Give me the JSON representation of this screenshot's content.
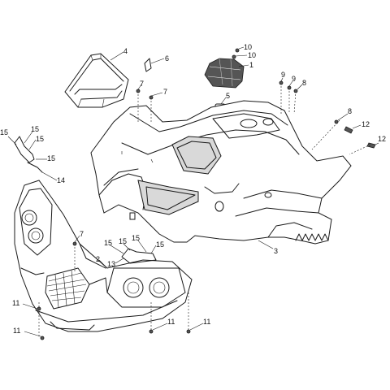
{
  "callouts": [
    {
      "id": "c1",
      "label": "1"
    },
    {
      "id": "c2",
      "label": "2"
    },
    {
      "id": "c3",
      "label": "3"
    },
    {
      "id": "c4",
      "label": "4"
    },
    {
      "id": "c5",
      "label": "5"
    },
    {
      "id": "c6",
      "label": "6"
    },
    {
      "id": "c7a",
      "label": "7"
    },
    {
      "id": "c7b",
      "label": "7"
    },
    {
      "id": "c7c",
      "label": "7"
    },
    {
      "id": "c8a",
      "label": "8"
    },
    {
      "id": "c8b",
      "label": "8"
    },
    {
      "id": "c9a",
      "label": "9"
    },
    {
      "id": "c9b",
      "label": "9"
    },
    {
      "id": "c10a",
      "label": "10"
    },
    {
      "id": "c10b",
      "label": "10"
    },
    {
      "id": "c11a",
      "label": "11"
    },
    {
      "id": "c11b",
      "label": "11"
    },
    {
      "id": "c11c",
      "label": "11"
    },
    {
      "id": "c11d",
      "label": "11"
    },
    {
      "id": "c12a",
      "label": "12"
    },
    {
      "id": "c12b",
      "label": "12"
    },
    {
      "id": "c13",
      "label": "13"
    },
    {
      "id": "c14",
      "label": "14"
    },
    {
      "id": "c15a",
      "label": "15"
    },
    {
      "id": "c15b",
      "label": "15"
    },
    {
      "id": "c15c",
      "label": "15"
    },
    {
      "id": "c15d",
      "label": "15"
    },
    {
      "id": "c15e",
      "label": "15"
    },
    {
      "id": "c15f",
      "label": "15"
    },
    {
      "id": "c15g",
      "label": "15"
    }
  ]
}
